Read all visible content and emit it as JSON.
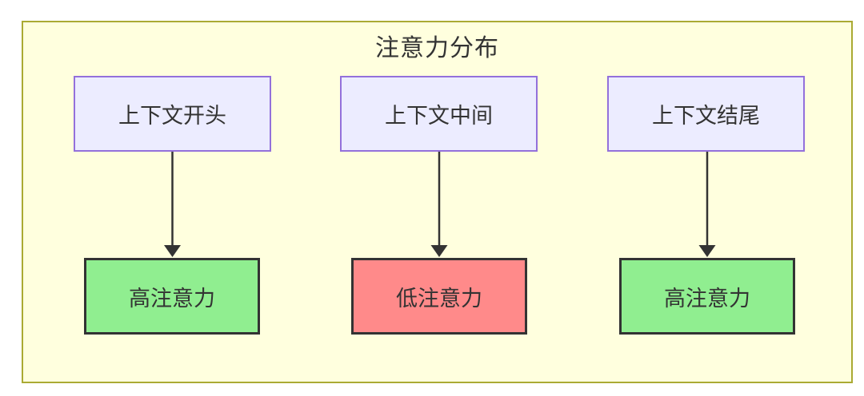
{
  "diagram": {
    "title": "注意力分布",
    "type": "flowchart",
    "columns": [
      {
        "source": "上下文开头",
        "target": "高注意力",
        "level": "high"
      },
      {
        "source": "上下文中间",
        "target": "低注意力",
        "level": "low"
      },
      {
        "source": "上下文结尾",
        "target": "高注意力",
        "level": "high"
      }
    ],
    "colors": {
      "canvas_fill": "#ffffde",
      "canvas_border": "#aaaa33",
      "context_node_fill": "#ececff",
      "context_node_border": "#9370db",
      "high_attention_fill": "#90ee90",
      "low_attention_fill": "#ff8a8a",
      "attention_node_border": "#333333",
      "arrow": "#333333",
      "text": "#333333"
    }
  }
}
